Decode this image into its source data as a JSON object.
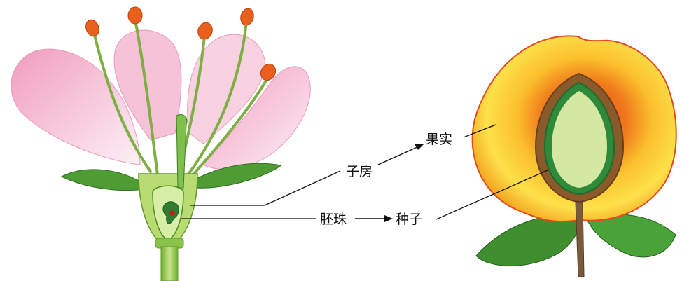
{
  "labels": {
    "ovary": "子房",
    "fruit": "果实",
    "ovule": "胚珠",
    "seed": "种子"
  },
  "colors": {
    "petal": "#f4b6cf",
    "petal_light": "#fce6ef",
    "stalk_green": "#8cc63f",
    "dark_green": "#2e7d32",
    "anther": "#e8601c",
    "fruit_yellow": "#fde14a",
    "fruit_orange": "#f08a1c",
    "fruit_red": "#e2361f",
    "pit_brown": "#8a5a2b",
    "seed_green": "#d4e7a3",
    "leaf_green": "#3f8f2f"
  }
}
